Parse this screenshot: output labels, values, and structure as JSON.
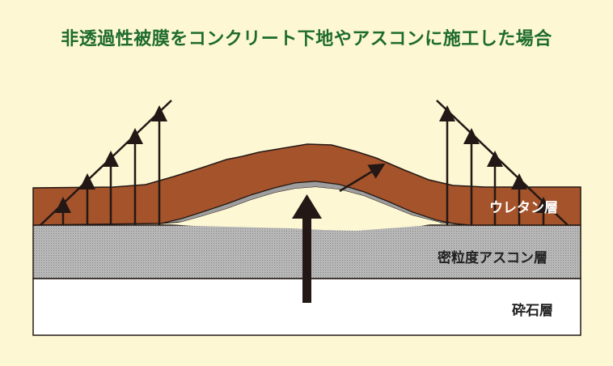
{
  "title": "非透過性被膜をコンクリート下地やアスコンに施工した場合",
  "layers": {
    "urethane": "ウレタン層",
    "asphalt": "密粒度アスコン層",
    "gravel": "砕石層"
  },
  "colors": {
    "background": "#fdf7d3",
    "title": "#1e6b2e",
    "urethane": "#a4532a",
    "asphalt": "#b9b9b9",
    "gravel": "#ffffff",
    "arrow": "#231815"
  }
}
